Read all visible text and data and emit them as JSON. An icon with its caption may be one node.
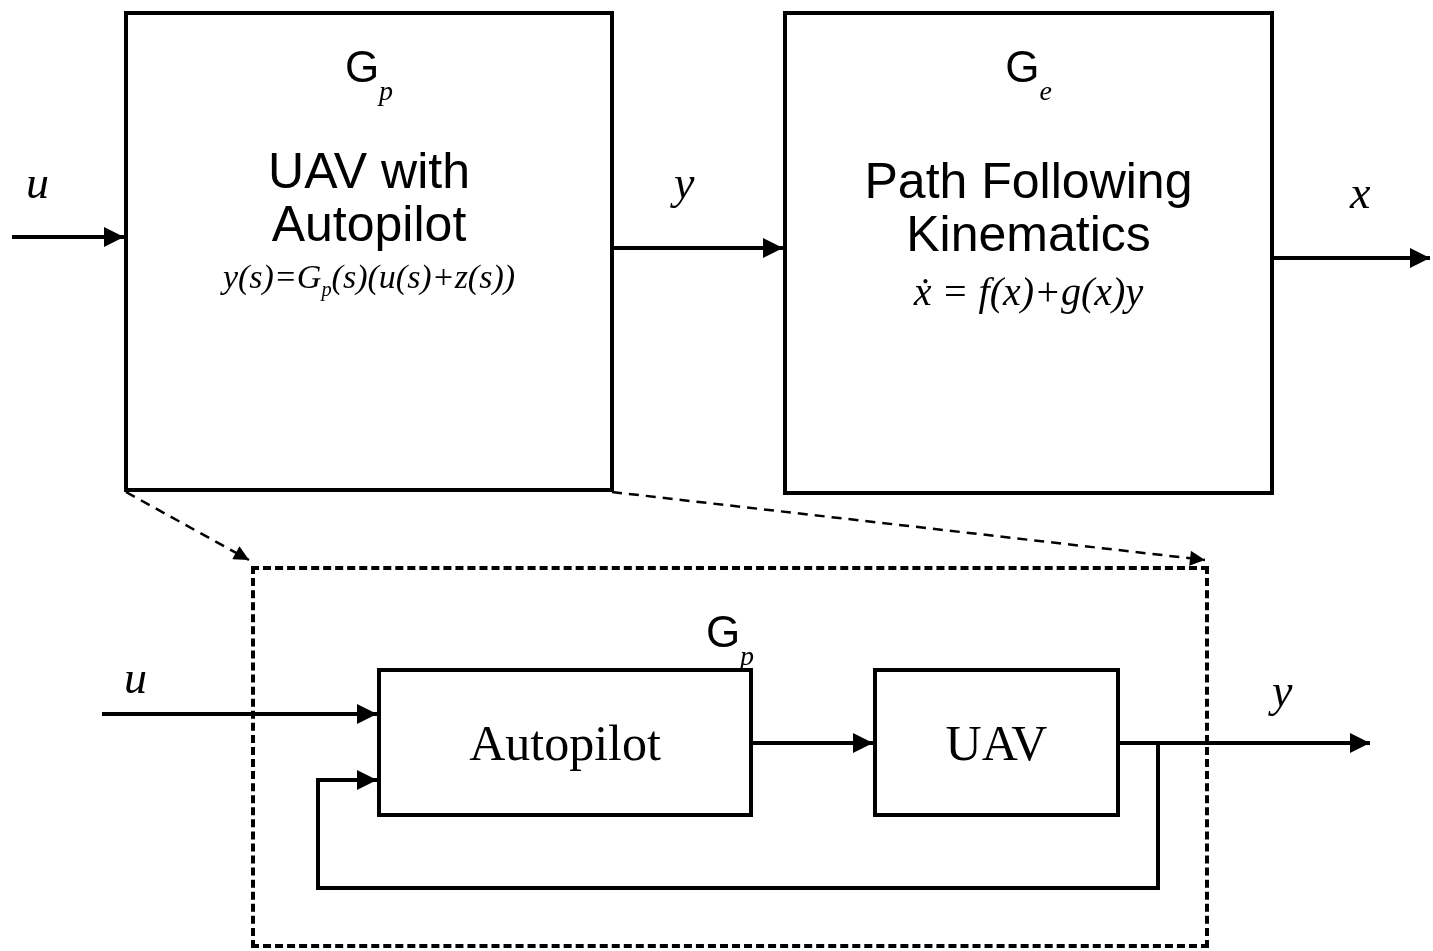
{
  "diagram": {
    "nodes": [
      {
        "text": [
          "G$_{p}$",
          "UAV with Autopilot",
          "y(s)=G$_{p}$(s)(u(s)+z(s))"
        ]
      },
      {
        "text": [
          "G$_{e}$",
          "Path Following Kinematics",
          "ẋ = f(x)+g(x)y"
        ]
      },
      {
        "text": [
          "G$_{p}$"
        ]
      },
      {
        "text": [
          "Autopilot"
        ],
        "in": 2
      },
      {
        "text": [
          "UAV"
        ],
        "in": 2
      }
    ],
    "edges": [
      {
        "from": null,
        "to": 0,
        "arrow": "to",
        "label": "u"
      },
      {
        "from": 0,
        "to": 1,
        "arrow": "to",
        "label": "y"
      },
      {
        "from": 1,
        "to": null,
        "arrow": "to",
        "label": "x"
      },
      {
        "from": 0,
        "to": 2,
        "arrow": "to",
        "style": "dashed"
      },
      {
        "from": 0,
        "to": 2,
        "arrow": "to",
        "style": "dashed"
      },
      {
        "from": null,
        "to": 3,
        "arrow": "to",
        "label": "u"
      },
      {
        "from": 3,
        "to": 4,
        "arrow": "to"
      },
      {
        "from": 4,
        "to": null,
        "arrow": "to",
        "label": "y"
      },
      {
        "from": 4,
        "to": 3,
        "arrow": "to"
      }
    ]
  }
}
